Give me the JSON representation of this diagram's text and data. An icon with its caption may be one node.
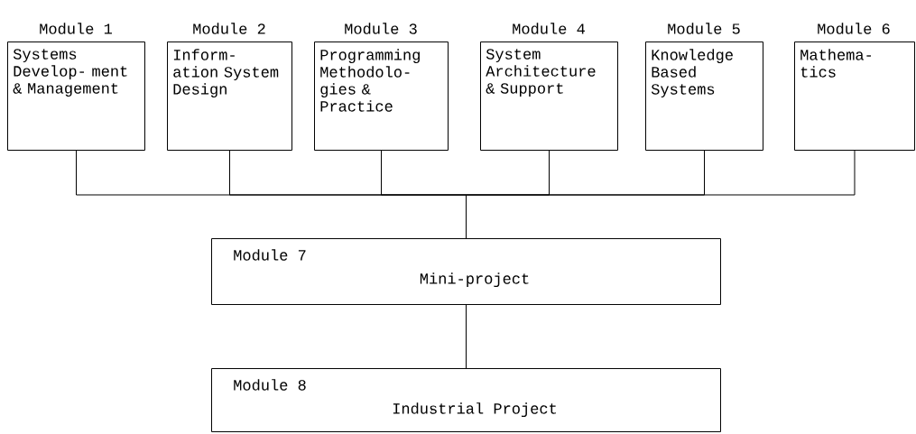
{
  "diagram": {
    "nodes": [
      {
        "text": [
          "Module 1",
          "Systems Develop- ment & Management"
        ]
      },
      {
        "text": [
          "Module 2",
          "Inform- ation System Design"
        ]
      },
      {
        "text": [
          "Module 3",
          "Programming Methodolo- gies & Practice"
        ]
      },
      {
        "text": [
          "Module 4",
          "System Architecture & Support"
        ]
      },
      {
        "text": [
          "Module 5",
          "Knowledge Based Systems"
        ]
      },
      {
        "text": [
          "Module 6",
          "Mathema- tics"
        ]
      },
      {
        "text": [
          "Module 7",
          "Mini-project"
        ]
      },
      {
        "text": [
          "Module 8",
          "Industrial Project"
        ]
      }
    ],
    "edges": [
      {
        "from": 0,
        "to": 6,
        "arrow": "none"
      },
      {
        "from": 1,
        "to": 6,
        "arrow": "none"
      },
      {
        "from": 2,
        "to": 6,
        "arrow": "none"
      },
      {
        "from": 3,
        "to": 6,
        "arrow": "none"
      },
      {
        "from": 4,
        "to": 6,
        "arrow": "none"
      },
      {
        "from": 5,
        "to": 6,
        "arrow": "none"
      },
      {
        "from": 6,
        "to": 7,
        "arrow": "none"
      }
    ]
  }
}
